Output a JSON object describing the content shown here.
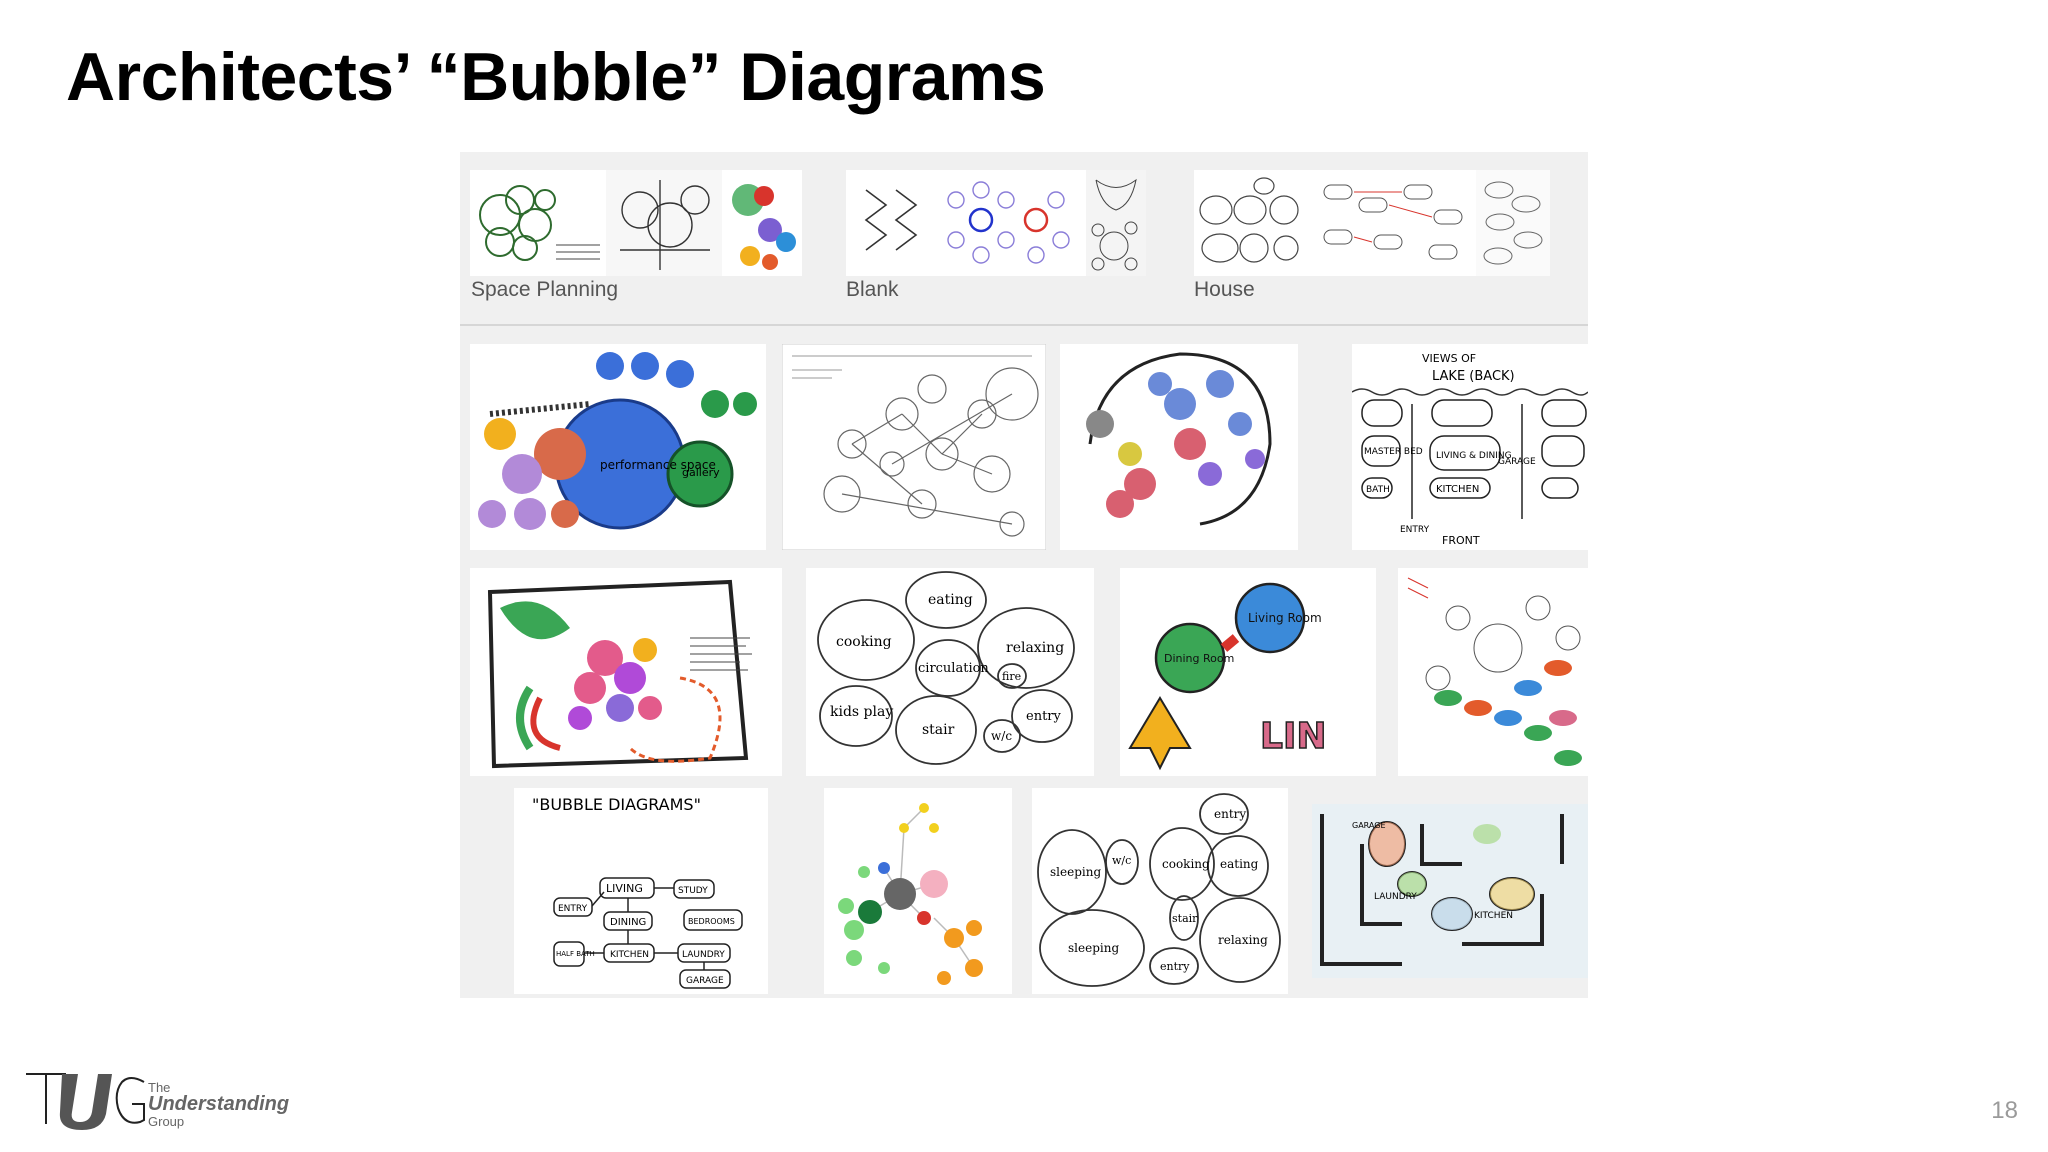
{
  "slide": {
    "title": "Architects’ “Bubble” Diagrams",
    "page_number": "18"
  },
  "logo": {
    "mark": "TUG",
    "line1": "The",
    "line2": "Understanding",
    "line3": "Group"
  },
  "image_search": {
    "categories": [
      {
        "label": "Space Planning"
      },
      {
        "label": "Blank"
      },
      {
        "label": "House"
      }
    ],
    "sketch_words": {
      "performance": "performance space",
      "gallery": "gallery",
      "views_of": "VIEWS OF",
      "lake": "LAKE (BACK)",
      "front": "FRONT",
      "entry": "ENTRY",
      "kitchen": "KITCHEN",
      "living_dining": "LIVING & DINING",
      "garage": "GARAGE",
      "bath": "BATH",
      "master": "MASTER BED",
      "eating": "eating",
      "cooking": "cooking",
      "relaxing": "relaxing",
      "circulation": "circulation",
      "fire": "fire",
      "kids_play": "kids play",
      "stair": "stair",
      "wc": "w/c",
      "entry_lc": "entry",
      "living_room": "Living Room",
      "dining_room": "Dining Room",
      "lin": "LIN",
      "bubble_title": "\"BUBBLE DIAGRAMS\"",
      "living": "LIVING",
      "study": "STUDY",
      "dining": "DINING",
      "bedrooms": "BEDROOMS",
      "kitchen2": "KITCHEN",
      "laundry": "LAUNDRY",
      "half_bath": "HALF BATH",
      "garage2": "GARAGE",
      "entry2": "ENTRY",
      "sleeping": "sleeping",
      "laundry2": "LAUNDRY",
      "kitchen3": "KITCHEN"
    }
  }
}
